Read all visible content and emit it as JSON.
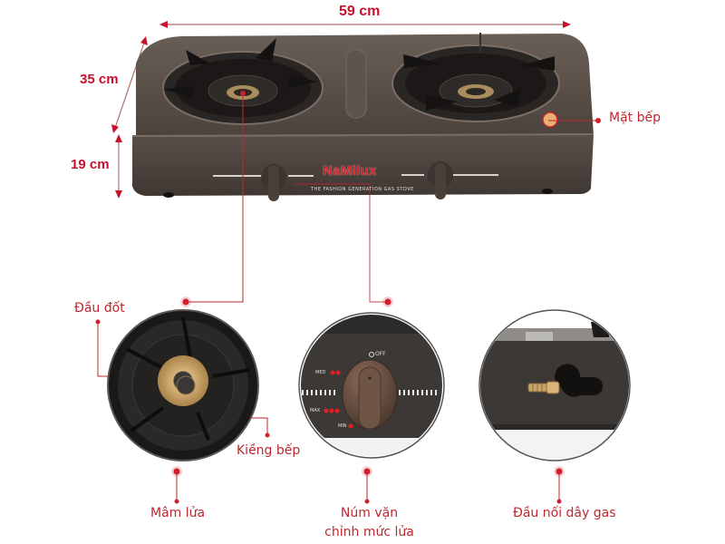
{
  "dimensions": {
    "width": "59 cm",
    "depth": "35 cm",
    "height": "19 cm"
  },
  "brand": {
    "name": "NaMilux",
    "tagline": "THE FASHION GENERATION GAS STOVE"
  },
  "knob_labels": {
    "off": "OFF",
    "med": "MED",
    "max": "MAX",
    "min": "MIN"
  },
  "callouts": {
    "cooktop": "Mặt bếp",
    "burner_head": "Đầu đốt",
    "pan_support": "Kiềng bếp",
    "burner_tray": "Mâm lửa",
    "control_knob_line1": "Núm vặn",
    "control_knob_line2": "chỉnh mức lửa",
    "gas_inlet": "Đầu nối dây gas"
  },
  "colors": {
    "accent_red": "#c0272d",
    "stove_body": "#5b514a",
    "knob_brown": "#6e5545",
    "brass": "#c9a66b"
  }
}
